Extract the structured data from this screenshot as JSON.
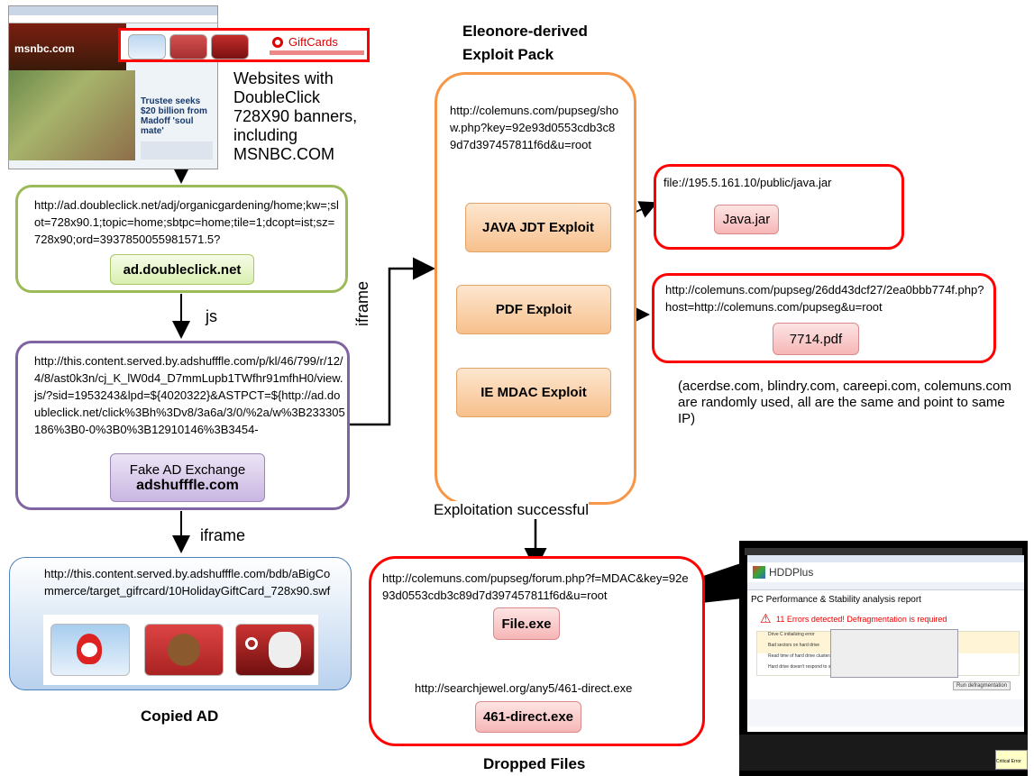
{
  "website_note": {
    "lines": [
      "Websites with",
      "DoubleClick",
      "728X90 banners,",
      "including",
      "MSNBC.COM"
    ]
  },
  "thumb": {
    "site": "msnbc.com",
    "headline": "Trustee seeks $20 billion from Madoff 'soul mate'",
    "ad_brand": "GiftCards"
  },
  "doubleclick": {
    "url": "http://ad.doubleclick.net/adj/organicgardening/home;kw=;slot=728x90.1;topic=home;sbtpc=home;tile=1;dcopt=ist;sz=728x90;ord=3937850055981571.5?",
    "label": "ad.doubleclick.net"
  },
  "js_label": "js",
  "adshufffle": {
    "url": "http://this.content.served.by.adshufffle.com/p/kl/46/799/r/12/4/8/ast0k3n/cj_K_lW0d4_D7mmLupb1TWfhr91mfhH0/view.js/?sid=1953243&lpd=${4020322}&ASTPCT=${http://ad.doubleclick.net/click%3Bh%3Dv8/3a6a/3/0/%2a/w%3B233305186%3B0-0%3B0%3B12910146%3B3454-",
    "label_top": "Fake AD Exchange",
    "label_bottom": "adshufffle.com"
  },
  "iframe_label_1": "iframe",
  "copied_ad": {
    "url": "http://this.content.served.by.adshufffle.com/bdb/aBigCommerce/target_gifrcard/10HolidayGiftCard_728x90.swf",
    "caption": "Copied AD"
  },
  "iframe_label_2": "iframe",
  "exploit_pack": {
    "title_line1": "Eleonore-derived",
    "title_line2": "Exploit Pack",
    "url": "http://colemuns.com/pupseg/show.php?key=92e93d0553cdb3c89d7d397457811f6d&u=root",
    "exploits": [
      "JAVA JDT Exploit",
      "PDF Exploit",
      "IE MDAC Exploit"
    ]
  },
  "java": {
    "url": "file://195.5.161.10/public/java.jar",
    "file": "Java.jar"
  },
  "pdf": {
    "url": "http://colemuns.com/pupseg/26dd43dcf27/2ea0bbb774f.php?host=http://colemuns.com/pupseg&u=root",
    "file": "7714.pdf"
  },
  "domains_note": "(acerdse.com, blindry.com, careepi.com, colemuns.com are randomly used, all are the same and point to same IP)",
  "exploitation_label": "Exploitation successful",
  "dropped": {
    "url1": "http://colemuns.com/pupseg/forum.php?f=MDAC&key=92e93d0553cdb3c89d7d397457811f6d&u=root",
    "file1": "File.exe",
    "url2": "http://searchjewel.org/any5/461-direct.exe",
    "file2": "461-direct.exe",
    "caption": "Dropped Files"
  },
  "hdd": {
    "title": "HDDPlus",
    "report": "PC Performance & Stability analysis report",
    "errors": "11 Errors detected! Defragmentation is required",
    "rows": [
      "Drive C initializing error",
      "Bad sectors on hard drive",
      "Read time of hard drive clusters less than 500 ms - Critical Error",
      "Hard drive doesn't respond to system commands - Critical Error"
    ],
    "button": "Run defragmentation",
    "popup_title": "Critical Error"
  },
  "colors": {
    "green": "#9bbb59",
    "purple": "#8064a2",
    "blue": "#4f81bd",
    "orange": "#f79646",
    "red": "#ff0000"
  }
}
